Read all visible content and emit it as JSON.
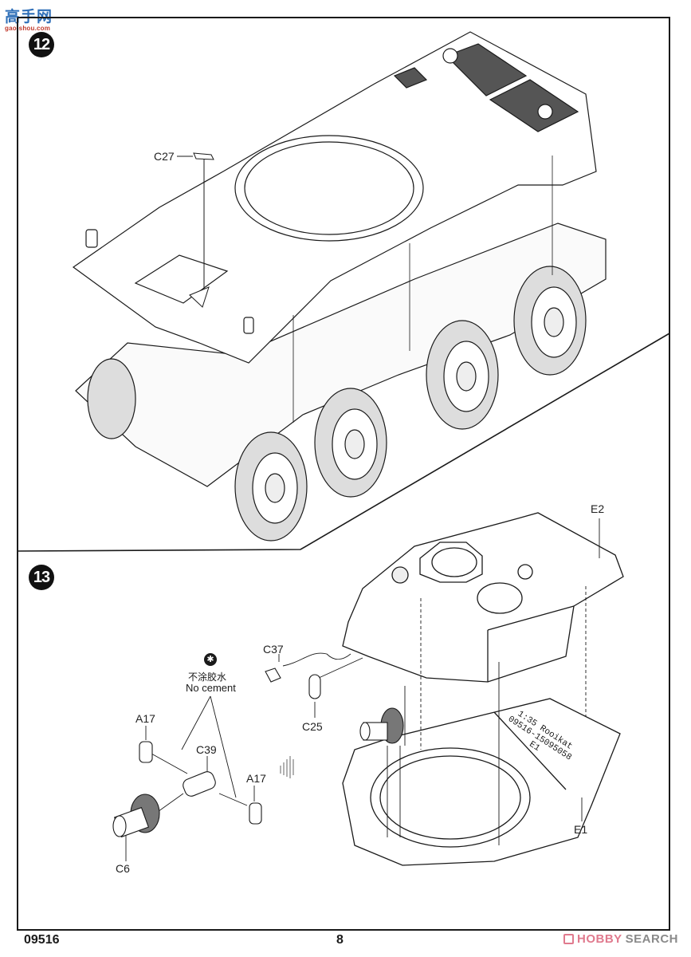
{
  "watermark": {
    "site_name_cn": "高手网",
    "site_url": "gao-shou.com"
  },
  "steps": [
    {
      "number": "12",
      "parts": [
        {
          "id": "C27"
        }
      ]
    },
    {
      "number": "13",
      "note": {
        "icon": "no-glue-icon",
        "icon_glyph": "✱",
        "text_cn": "不涂胶水",
        "text_en": "No cement"
      },
      "parts": [
        {
          "id": "E2"
        },
        {
          "id": "C37"
        },
        {
          "id": "C25"
        },
        {
          "id": "A17"
        },
        {
          "id": "C39"
        },
        {
          "id": "A17"
        },
        {
          "id": "C6"
        },
        {
          "id": "E1"
        }
      ],
      "decal_text": [
        "1:35  Rooikat",
        "09516-15095058",
        "E1"
      ]
    }
  ],
  "footer": {
    "product_code": "09516",
    "page_number": "8",
    "brand": {
      "part1": "HOBBY",
      "part2": "SEARCH"
    }
  },
  "colors": {
    "ink": "#1a1a1a",
    "badge_bg": "#111111",
    "watermark_blue": "#2f6fb8",
    "watermark_red": "#c0392b",
    "brand_pink": "#e07a8e",
    "brand_gray": "#8a8a8a"
  }
}
